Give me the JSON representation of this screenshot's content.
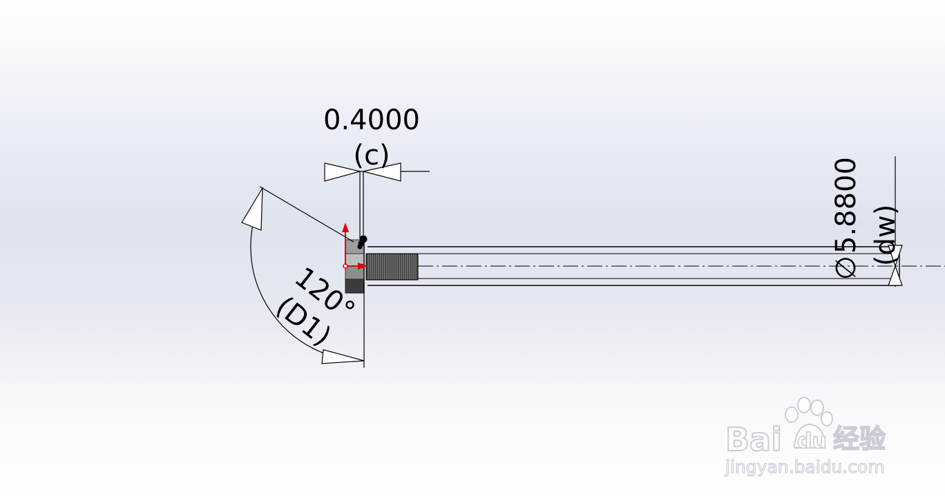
{
  "dimensions": {
    "chamfer": {
      "value": "0.4000",
      "name": "(c)"
    },
    "angle": {
      "value": "120°",
      "name": "(D1)"
    },
    "diameter": {
      "symbol": "∅",
      "value": "5.8800",
      "name": "(dw)"
    }
  },
  "watermark": {
    "brand_a": "Bai",
    "brand_b": "du",
    "brand_c": "经验",
    "url": "jingyan.baidu.com"
  },
  "colors": {
    "line": "#000000",
    "origin_axis": "#e00000",
    "watermark": "#c8cbd3"
  }
}
